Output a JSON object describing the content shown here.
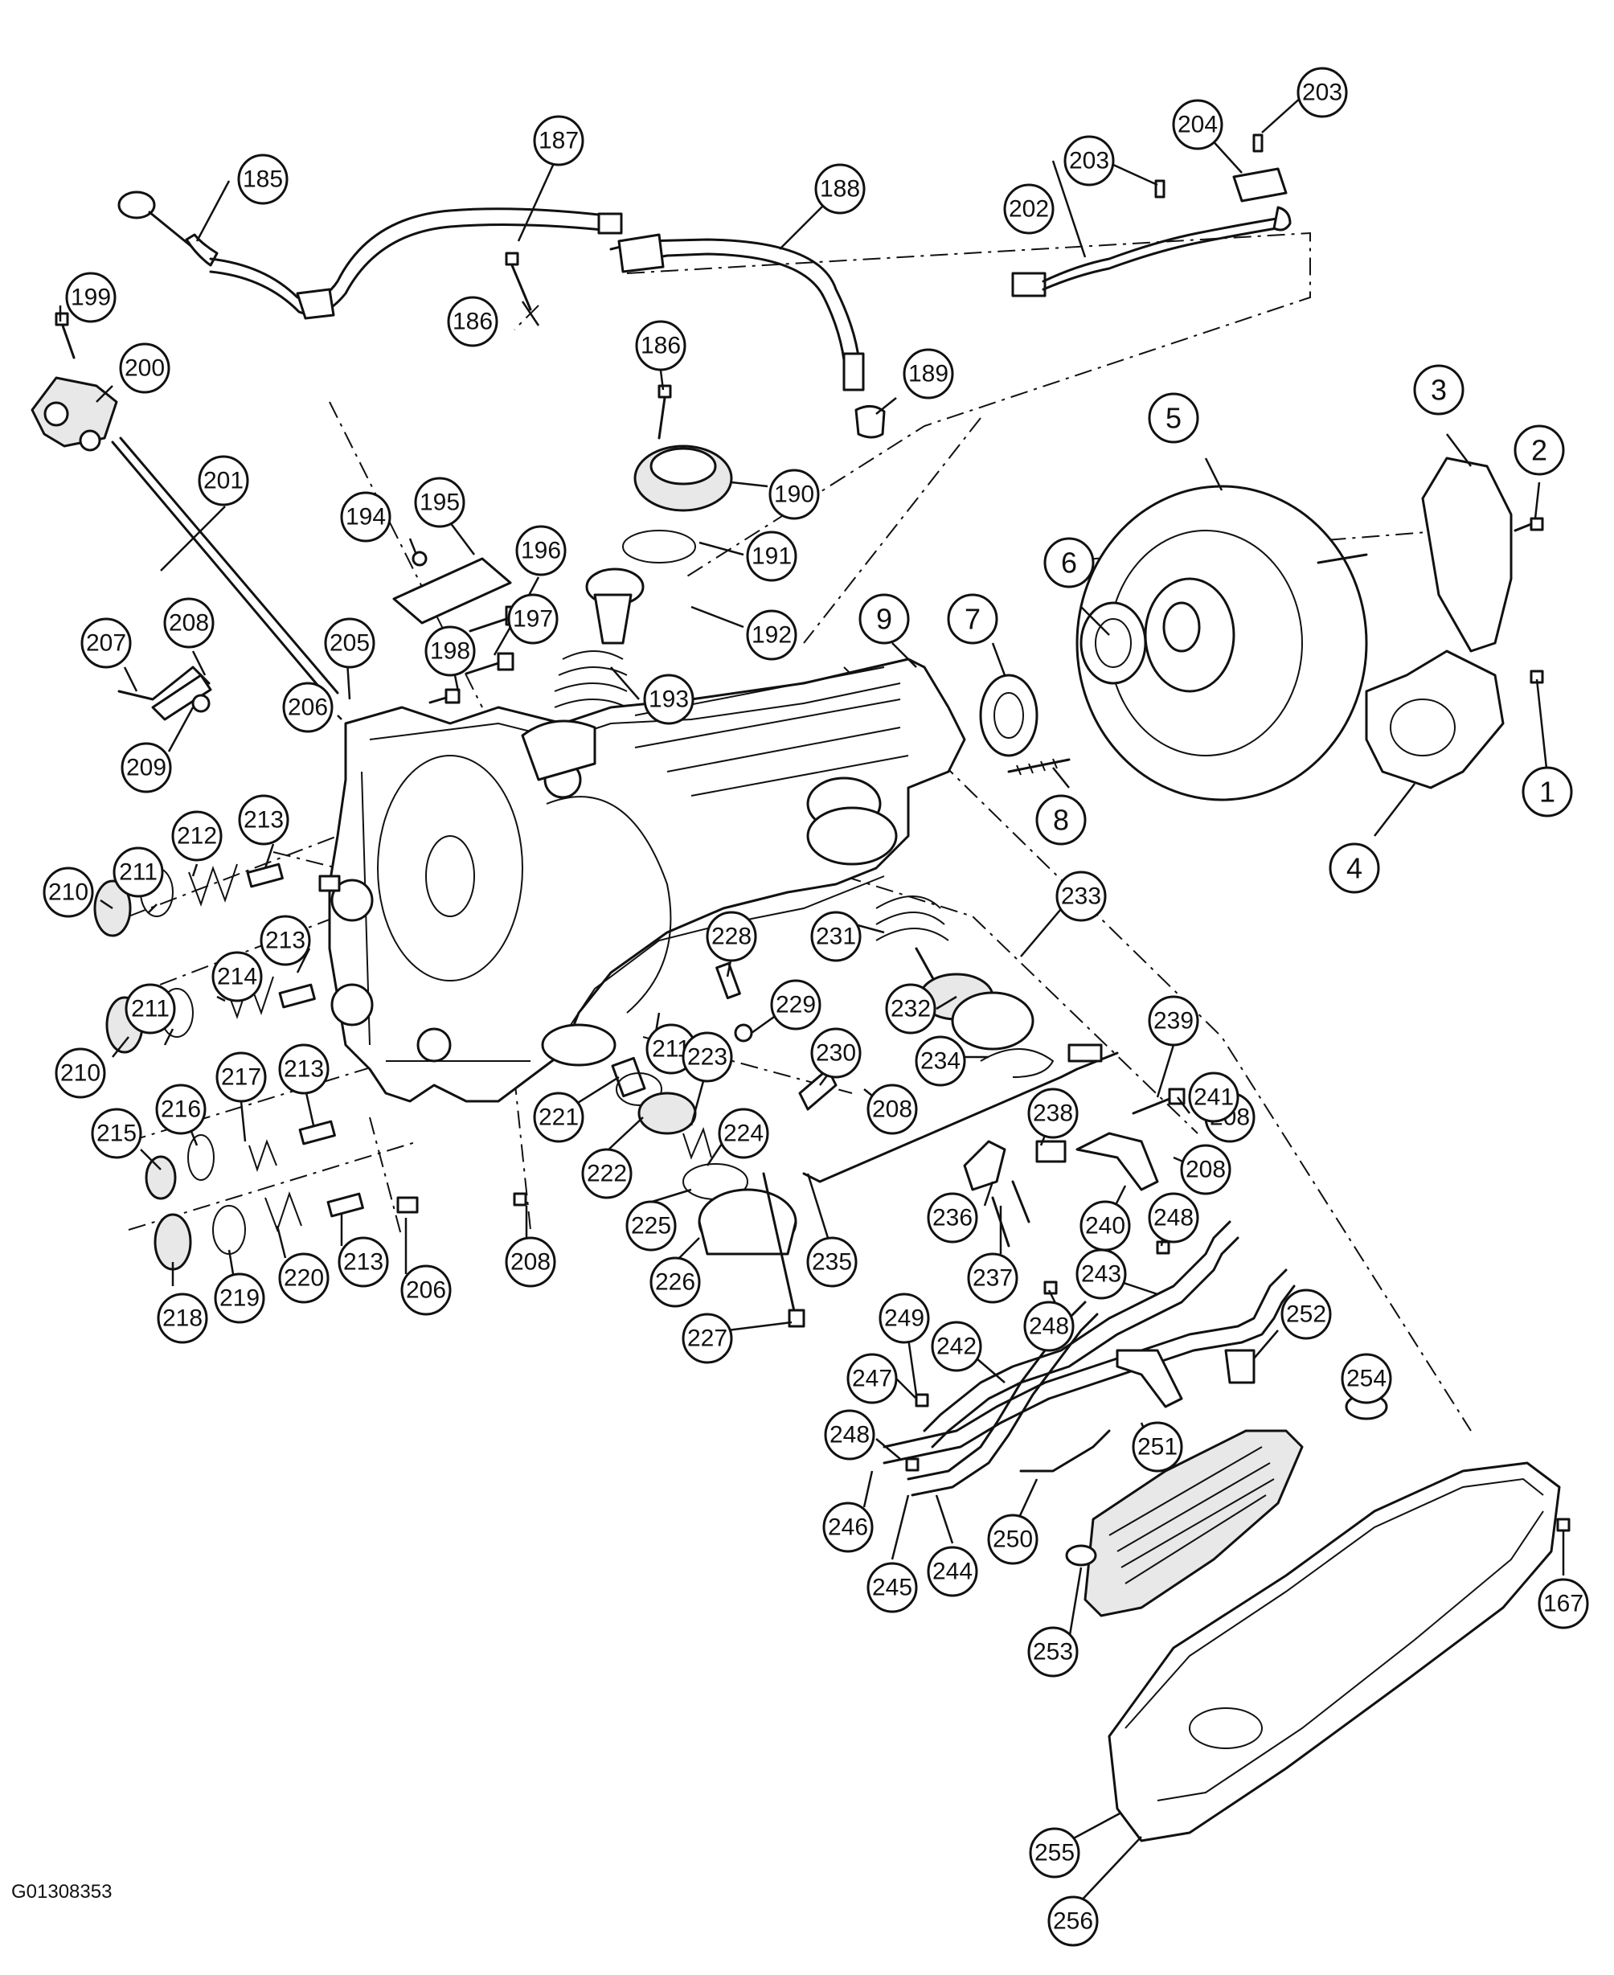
{
  "figure_id": "G01308353",
  "callouts": [
    "1",
    "2",
    "3",
    "4",
    "5",
    "6",
    "7",
    "8",
    "9",
    "167",
    "185",
    "186",
    "186",
    "187",
    "188",
    "189",
    "190",
    "191",
    "192",
    "193",
    "194",
    "195",
    "196",
    "197",
    "198",
    "199",
    "200",
    "201",
    "202",
    "203",
    "203",
    "204",
    "205",
    "206",
    "206",
    "207",
    "208",
    "208",
    "208",
    "208",
    "208",
    "209",
    "210",
    "210",
    "211",
    "211",
    "211",
    "212",
    "213",
    "213",
    "213",
    "213",
    "214",
    "215",
    "216",
    "217",
    "218",
    "219",
    "220",
    "221",
    "222",
    "223",
    "224",
    "225",
    "226",
    "227",
    "228",
    "229",
    "230",
    "231",
    "232",
    "233",
    "234",
    "235",
    "236",
    "237",
    "238",
    "239",
    "240",
    "241",
    "242",
    "243",
    "244",
    "245",
    "246",
    "247",
    "248",
    "248",
    "248",
    "249",
    "250",
    "251",
    "252",
    "253",
    "254",
    "255",
    "256"
  ]
}
